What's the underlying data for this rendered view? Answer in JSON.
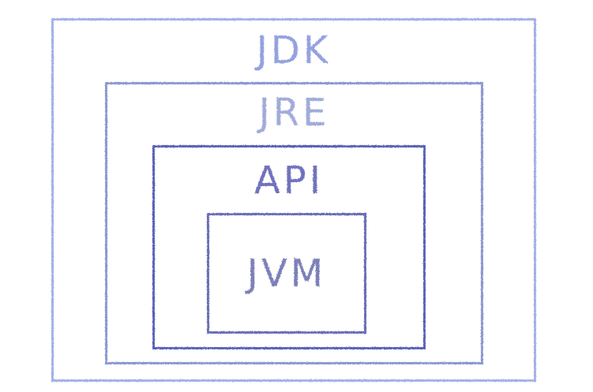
{
  "diagram": {
    "boxes": [
      {
        "label": "JDK",
        "color": "#a3b0e8"
      },
      {
        "label": "JRE",
        "color": "#8c98d2"
      },
      {
        "label": "API",
        "color": "#5a62b5"
      },
      {
        "label": "JVM",
        "color": "#6a6eb6"
      }
    ]
  }
}
